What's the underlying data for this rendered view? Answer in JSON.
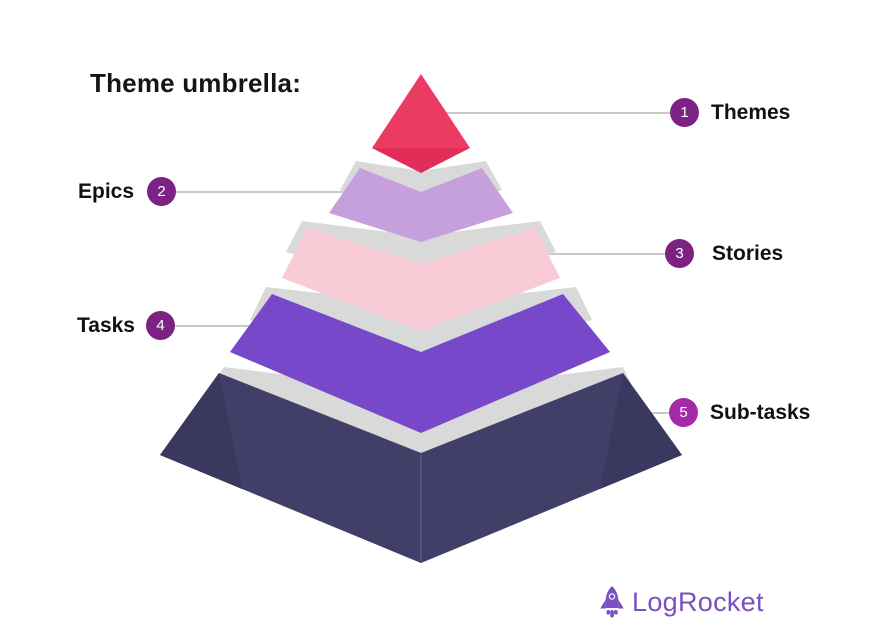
{
  "title": "Theme umbrella:",
  "colors": {
    "plate": "#d9d9d9",
    "connector": "#c9c9c9",
    "navy_edge_highlight": "rgba(255,255,255,0.14)"
  },
  "pyramid": {
    "layers": [
      {
        "num": "1",
        "label": "Themes",
        "color": "#ec3b63",
        "color_dark": "#e02e58",
        "badge_color": "#7b2282",
        "side": "right"
      },
      {
        "num": "2",
        "label": "Epics",
        "color": "#c6a0dc",
        "color_dark": "#c6a0dc",
        "badge_color": "#7b2282",
        "side": "left"
      },
      {
        "num": "3",
        "label": "Stories",
        "color": "#f9cbd7",
        "color_dark": "#f9cbd7",
        "badge_color": "#7b2282",
        "side": "right"
      },
      {
        "num": "4",
        "label": "Tasks",
        "color": "#7748c9",
        "color_dark": "#7748c9",
        "badge_color": "#7b2282",
        "side": "left"
      },
      {
        "num": "5",
        "label": "Sub-tasks",
        "color": "#413e67",
        "color_dark": "#3b3860",
        "badge_color": "#a62aa8",
        "side": "right"
      }
    ]
  },
  "brand": {
    "name": "LogRocket",
    "color": "#7a4fc0"
  }
}
